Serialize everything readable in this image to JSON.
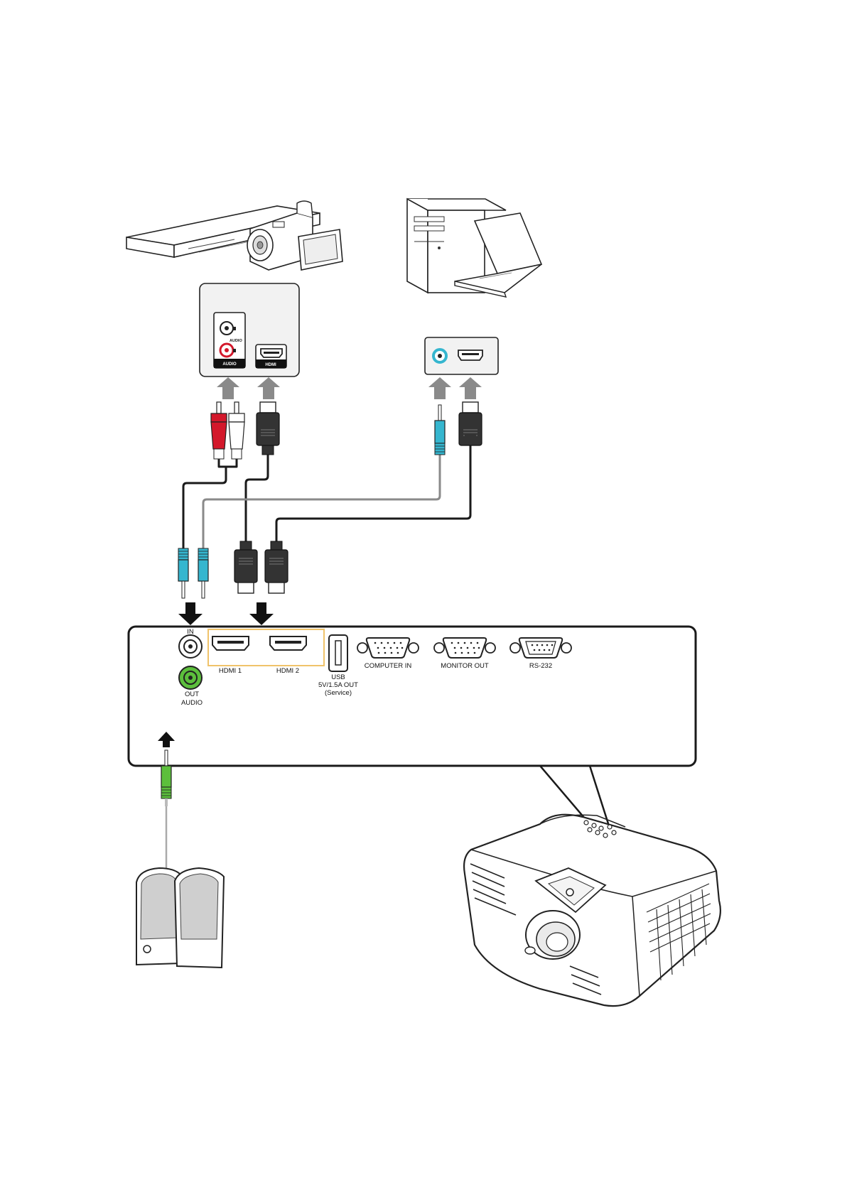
{
  "source_panel": {
    "audio_top_label": "AUDIO",
    "audio_bottom_label": "AUDIO",
    "hdmi_label": "HDMI"
  },
  "projector_panel": {
    "audio_in_label": "IN",
    "audio_out_label": "OUT",
    "audio_label": "AUDIO",
    "hdmi1_label": "HDMI 1",
    "hdmi2_label": "HDMI 2",
    "usb_label_1": "USB",
    "usb_label_2": "5V/1.5A OUT",
    "usb_label_3": "(Service)",
    "computer_in_label": "COMPUTER IN",
    "monitor_out_label": "MONITOR OUT",
    "rs232_label": "RS-232"
  },
  "icons": [
    "dvd-player-icon",
    "camcorder-icon",
    "desktop-tower-icon",
    "laptop-icon",
    "speakers-icon",
    "projector-icon"
  ],
  "colors": {
    "rca_red": "#d3182b",
    "jack_blue": "#35b6cf",
    "jack_green": "#5cbf3c",
    "hdmi_highlight": "#f0c36a",
    "cable_dark": "#1a1a1a",
    "arrow_gray": "#8a8a8a"
  }
}
